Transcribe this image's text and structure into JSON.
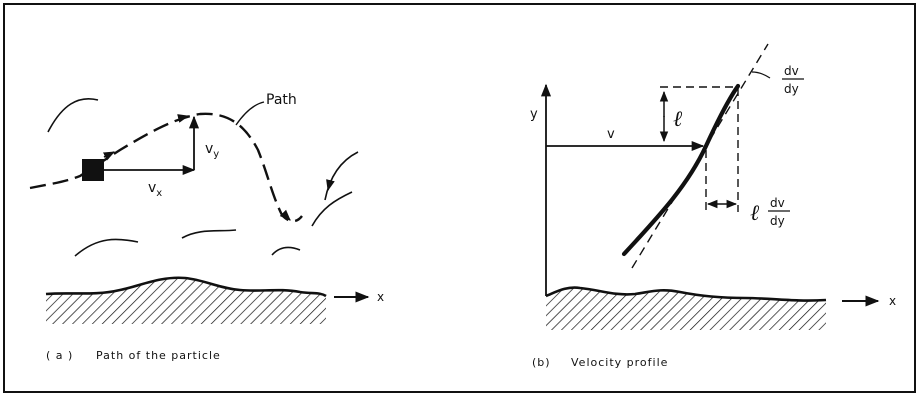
{
  "panel_a": {
    "path_label": "Path",
    "vy_label": "v",
    "vy_sub": "y",
    "vx_label": "v",
    "vx_sub": "x",
    "x_axis_label": "x",
    "caption_letter": "( a )",
    "caption_text": "Path of the particle"
  },
  "panel_b": {
    "y_axis_label": "y",
    "x_axis_label": "x",
    "v_label": "v",
    "l_label": "ℓ",
    "l2_label": "ℓ",
    "dv_top": "dv",
    "dy_top": "dy",
    "dv_bottom": "dv",
    "dy_bottom": "dy",
    "caption_letter": "(b)",
    "caption_text": "Velocity profile"
  }
}
